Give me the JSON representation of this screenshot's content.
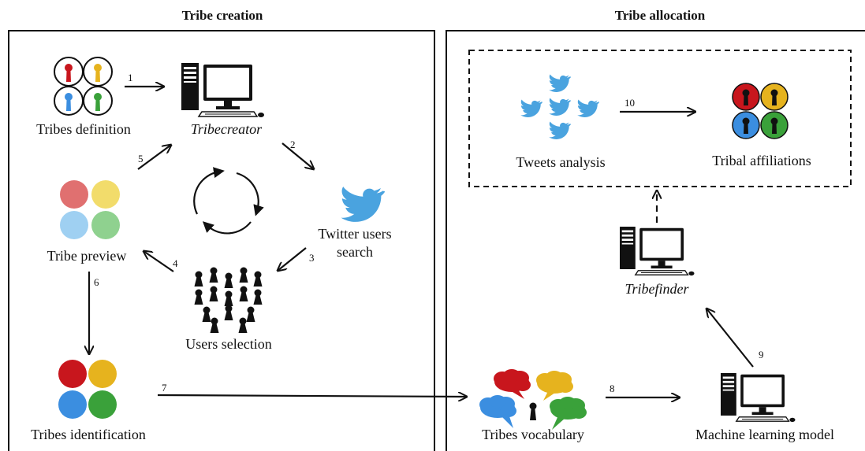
{
  "panels": {
    "creation_title": "Tribe creation",
    "allocation_title": "Tribe allocation"
  },
  "labels": {
    "tribes_definition": "Tribes definition",
    "tribecreator": "Tribecreator",
    "tribe_preview": "Tribe preview",
    "twitter_users_search_line1": "Twitter users",
    "twitter_users_search_line2": "search",
    "users_selection": "Users selection",
    "tribes_identification": "Tribes identification",
    "tweets_analysis": "Tweets analysis",
    "tribal_affiliations": "Tribal affiliations",
    "tribefinder": "Tribefinder",
    "tribes_vocabulary": "Tribes vocabulary",
    "machine_learning_model": "Machine learning model"
  },
  "steps": [
    "1",
    "2",
    "3",
    "4",
    "5",
    "6",
    "7",
    "8",
    "9",
    "10"
  ],
  "colors": {
    "red": "#c8161d",
    "yellow": "#e6b31e",
    "blue": "#3b8ee0",
    "green": "#3aa13a",
    "light_red": "#e07070",
    "light_yellow": "#f2dc6b",
    "light_blue": "#9fd0f2",
    "light_green": "#8fd18f",
    "twitter": "#4aa3df",
    "black": "#111111"
  },
  "icons": {
    "tribes_definition": "tribe-figures-icon",
    "computer": "computer-icon",
    "twitter": "twitter-bird-icon",
    "users": "user-crowd-icon",
    "cycle": "cycle-arrows-icon",
    "speech": "speech-bubbles-icon"
  }
}
